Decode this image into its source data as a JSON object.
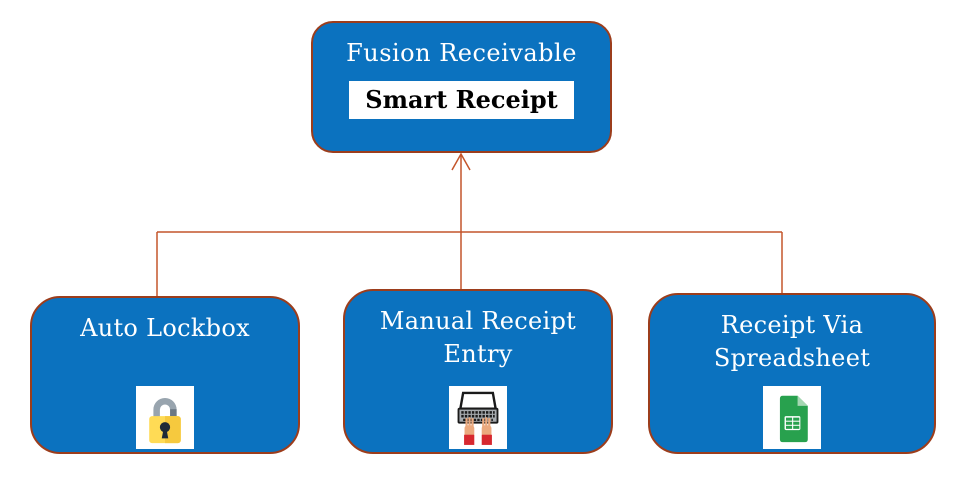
{
  "diagram": {
    "top_node": {
      "title": "Fusion Receivable",
      "badge": "Smart Receipt"
    },
    "children": [
      {
        "label": "Auto Lockbox",
        "icon": "lock-icon"
      },
      {
        "label": "Manual Receipt Entry",
        "icon": "keyboard-typing-icon"
      },
      {
        "label": "Receipt Via Spreadsheet",
        "icon": "spreadsheet-icon"
      }
    ]
  },
  "colors": {
    "node-fill": "#0b72bf",
    "node-border": "#9c3d1c",
    "connector": "#c4552b",
    "badge-bg": "#ffffff",
    "badge-text": "#000000",
    "node-text": "#ffffff",
    "page-bg": "#ffffff"
  }
}
